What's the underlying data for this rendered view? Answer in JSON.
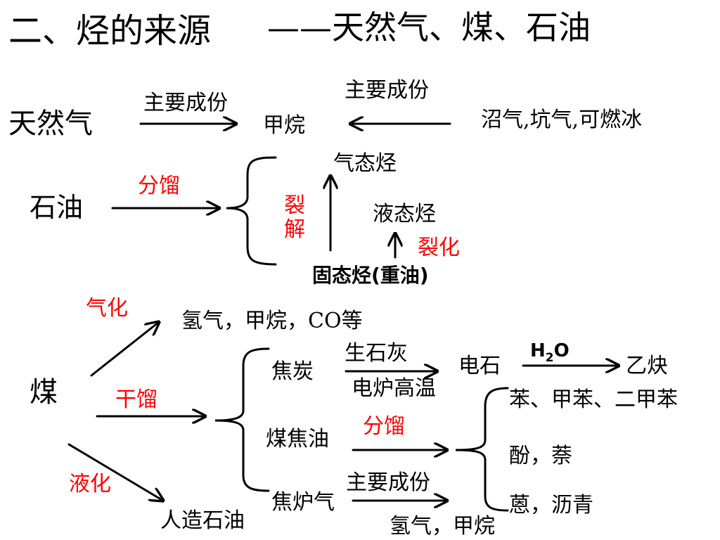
{
  "title": {
    "main": "二、烃的来源",
    "sub": "——天然气、煤、石油"
  },
  "natural_gas": {
    "label": "天然气",
    "arrow_left_label": "主要成份",
    "center": "甲烷",
    "arrow_right_label": "主要成份",
    "sources": "沼气,坑气,可燃冰"
  },
  "petroleum": {
    "label": "石油",
    "process": "分馏",
    "gas_hydrocarbon": "气态烃",
    "cracking_deep": "裂解",
    "liquid_hydrocarbon": "液态烃",
    "cracking": "裂化",
    "solid_hydrocarbon": "固态烃(重油)"
  },
  "coal": {
    "label": "煤",
    "gasification": "气化",
    "gasification_products": "氢气，甲烷，CO等",
    "dry_distillation": "干馏",
    "liquefaction": "液化",
    "artificial_oil": "人造石油",
    "coke": "焦炭",
    "coke_reagent": "生石灰",
    "coke_condition": "电炉高温",
    "calcium_carbide": "电石",
    "water_label_h": "H",
    "water_label_sub": "2",
    "water_label_o": "O",
    "acetylene": "乙炔",
    "coal_tar": "煤焦油",
    "coal_tar_process": "分馏",
    "tar_products": [
      "苯、甲苯、二甲苯",
      "酚，萘",
      "蒽，沥青"
    ],
    "coke_oven_gas": "焦炉气",
    "coke_oven_gas_label": "主要成份",
    "coke_oven_gas_products": "氢气，甲烷"
  },
  "colors": {
    "accent": "#ff0000",
    "text": "#000000"
  }
}
